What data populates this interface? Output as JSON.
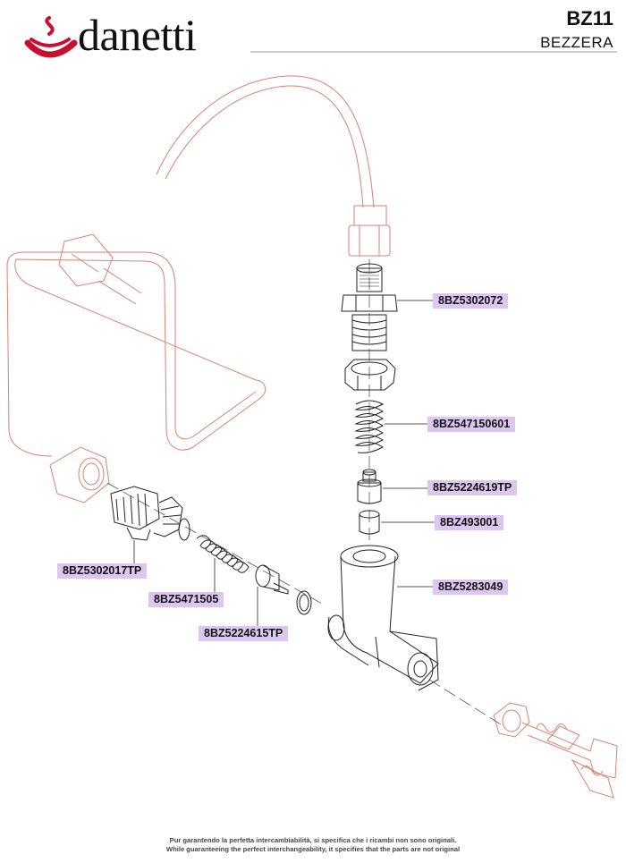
{
  "header": {
    "logo_text": "danetti",
    "model": "BZ11",
    "brand": "BEZZERA"
  },
  "parts": [
    {
      "code": "8BZ5302072"
    },
    {
      "code": "8BZ547150601"
    },
    {
      "code": "8BZ5224619TP"
    },
    {
      "code": "8BZ493001"
    },
    {
      "code": "8BZ5283049"
    },
    {
      "code": "8BZ5302017TP"
    },
    {
      "code": "8BZ5471505"
    },
    {
      "code": "8BZ5224615TP"
    }
  ],
  "footer": {
    "line1": "Pur garantendo la perfetta intercambiabilità, si specifica che i ricambi non sono originali.",
    "line2": "While guaranteeing the perfect interchangeability, it specifies that the parts are not original"
  },
  "colors": {
    "context_parts": "#d9826f",
    "main_parts": "#222222",
    "label_bg": "#dcc8ef",
    "logo_red": "#c8102e"
  }
}
